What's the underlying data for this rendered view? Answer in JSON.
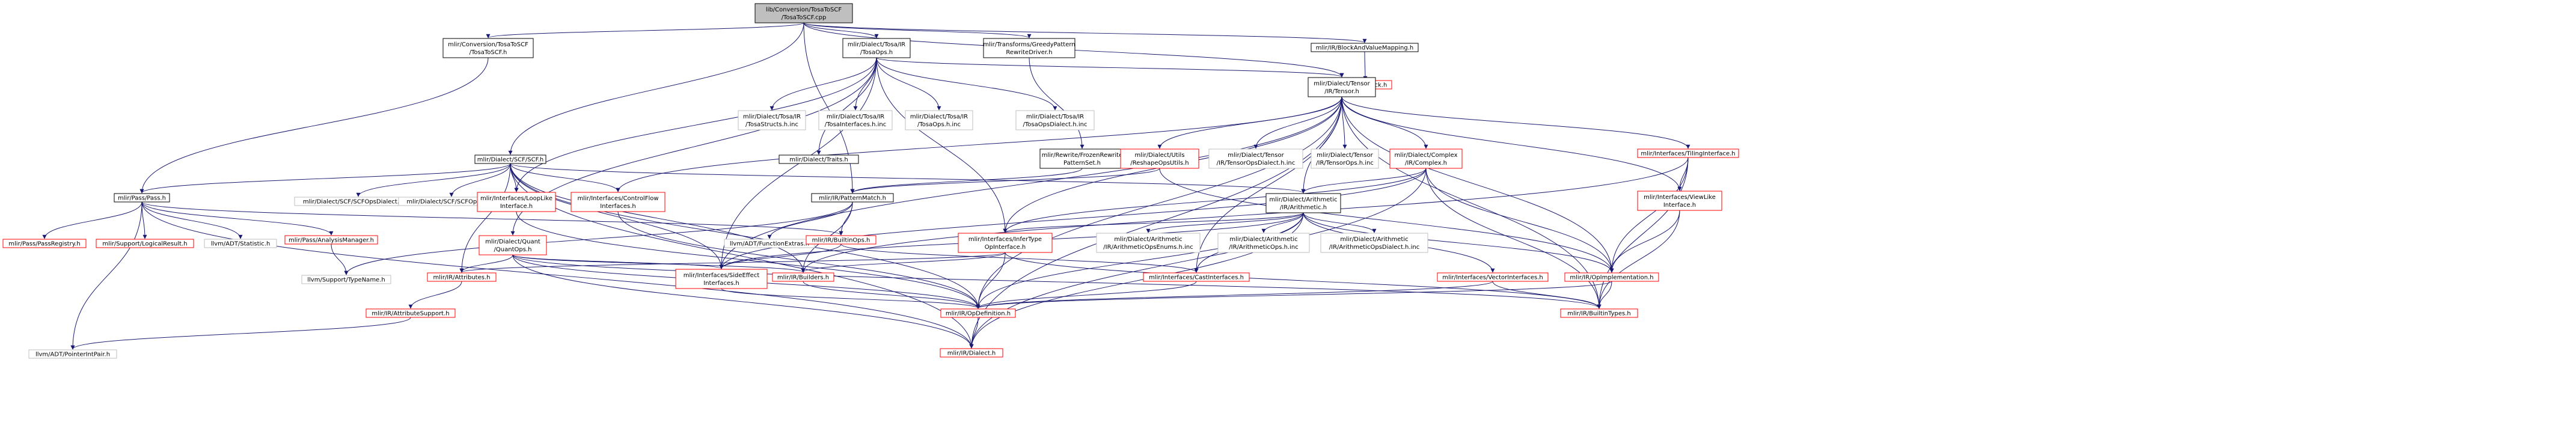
{
  "colors": {
    "root_fill": "#bfbfbf",
    "node_fill": "#ffffff",
    "node_border": "#000000",
    "red_border": "#ff0000",
    "gray_border": "#bfbfbf",
    "edge": "#191970",
    "text": "#000000"
  },
  "diagram": {
    "nodes": [
      {
        "id": "root",
        "lines": [
          "lib/Conversion/TosaToSCF",
          "/TosaToSCF.cpp"
        ],
        "style": "root"
      },
      {
        "id": "tosatoscf_h",
        "lines": [
          "mlir/Conversion/TosaToSCF",
          "/TosaToSCF.h"
        ],
        "style": "normal"
      },
      {
        "id": "scf_h",
        "lines": [
          "mlir/Dialect/SCF/SCF.h"
        ],
        "style": "normal"
      },
      {
        "id": "tosaops_h",
        "lines": [
          "mlir/Dialect/Tosa/IR",
          "/TosaOps.h"
        ],
        "style": "normal"
      },
      {
        "id": "greedy_h",
        "lines": [
          "mlir/Transforms/GreedyPattern",
          "RewriteDriver.h"
        ],
        "style": "normal"
      },
      {
        "id": "blockmap_h",
        "lines": [
          "mlir/IR/BlockAndValueMapping.h"
        ],
        "style": "normal"
      },
      {
        "id": "block_h",
        "lines": [
          "mlir/IR/Block.h"
        ],
        "style": "red"
      },
      {
        "id": "pass_h",
        "lines": [
          "mlir/Pass/Pass.h"
        ],
        "style": "normal"
      },
      {
        "id": "tensor_h",
        "lines": [
          "mlir/Dialect/Tensor",
          "/IR/Tensor.h"
        ],
        "style": "normal"
      },
      {
        "id": "tosastructs_inc",
        "lines": [
          "mlir/Dialect/Tosa/IR",
          "/TosaStructs.h.inc"
        ],
        "style": "gray"
      },
      {
        "id": "tosainterfaces_inc",
        "lines": [
          "mlir/Dialect/Tosa/IR",
          "/TosaInterfaces.h.inc"
        ],
        "style": "gray"
      },
      {
        "id": "tosaops_inc",
        "lines": [
          "mlir/Dialect/Tosa/IR",
          "/TosaOps.h.inc"
        ],
        "style": "gray"
      },
      {
        "id": "tosaopsdialect_inc",
        "lines": [
          "mlir/Dialect/Tosa/IR",
          "/TosaOpsDialect.h.inc"
        ],
        "style": "gray"
      },
      {
        "id": "traits_h",
        "lines": [
          "mlir/Dialect/Traits.h"
        ],
        "style": "normal"
      },
      {
        "id": "frozen_h",
        "lines": [
          "mlir/Rewrite/FrozenRewrite",
          "PatternSet.h"
        ],
        "style": "normal"
      },
      {
        "id": "reshape_h",
        "lines": [
          "mlir/Dialect/Utils",
          "/ReshapeOpsUtils.h"
        ],
        "style": "red"
      },
      {
        "id": "tensordialect_inc",
        "lines": [
          "mlir/Dialect/Tensor",
          "/IR/TensorOpsDialect.h.inc"
        ],
        "style": "gray"
      },
      {
        "id": "tensorops_inc",
        "lines": [
          "mlir/Dialect/Tensor",
          "/IR/TensorOps.h.inc"
        ],
        "style": "gray"
      },
      {
        "id": "complex_h",
        "lines": [
          "mlir/Dialect/Complex",
          "/IR/Complex.h"
        ],
        "style": "red"
      },
      {
        "id": "tiling_h",
        "lines": [
          "mlir/Interfaces/TilingInterface.h"
        ],
        "style": "red"
      },
      {
        "id": "viewlike_h",
        "lines": [
          "mlir/Interfaces/ViewLike",
          "Interface.h"
        ],
        "style": "red"
      },
      {
        "id": "scfopsdialect_inc",
        "lines": [
          "mlir/Dialect/SCF/SCFOpsDialect.h.inc"
        ],
        "style": "gray"
      },
      {
        "id": "scfops_inc",
        "lines": [
          "mlir/Dialect/SCF/SCFOps.h.inc"
        ],
        "style": "gray"
      },
      {
        "id": "looplike_h",
        "lines": [
          "mlir/Interfaces/LoopLike",
          "Interface.h"
        ],
        "style": "red"
      },
      {
        "id": "controlflow_h",
        "lines": [
          "mlir/Interfaces/ControlFlow",
          "Interfaces.h"
        ],
        "style": "red"
      },
      {
        "id": "patternmatch_h",
        "lines": [
          "mlir/IR/PatternMatch.h"
        ],
        "style": "normal"
      },
      {
        "id": "arith_h",
        "lines": [
          "mlir/Dialect/Arithmetic",
          "/IR/Arithmetic.h"
        ],
        "style": "normal"
      },
      {
        "id": "passregistry_h",
        "lines": [
          "mlir/Pass/PassRegistry.h"
        ],
        "style": "red"
      },
      {
        "id": "logicalresult_h",
        "lines": [
          "mlir/Support/LogicalResult.h"
        ],
        "style": "red"
      },
      {
        "id": "statistic_h",
        "lines": [
          "llvm/ADT/Statistic.h"
        ],
        "style": "gray"
      },
      {
        "id": "analysis_h",
        "lines": [
          "mlir/Pass/AnalysisManager.h"
        ],
        "style": "red"
      },
      {
        "id": "quantops_h",
        "lines": [
          "mlir/Dialect/Quant",
          "/QuantOps.h"
        ],
        "style": "red"
      },
      {
        "id": "funcextras_h",
        "lines": [
          "llvm/ADT/FunctionExtras.h"
        ],
        "style": "gray"
      },
      {
        "id": "builtinops_h",
        "lines": [
          "mlir/IR/BuiltinOps.h"
        ],
        "style": "red"
      },
      {
        "id": "infertype_h",
        "lines": [
          "mlir/Interfaces/InferType",
          "OpInterface.h"
        ],
        "style": "red"
      },
      {
        "id": "arithenums_inc",
        "lines": [
          "mlir/Dialect/Arithmetic",
          "/IR/ArithmeticOpsEnums.h.inc"
        ],
        "style": "gray"
      },
      {
        "id": "arithops_inc",
        "lines": [
          "mlir/Dialect/Arithmetic",
          "/IR/ArithmeticOps.h.inc"
        ],
        "style": "gray"
      },
      {
        "id": "arithdialect_inc",
        "lines": [
          "mlir/Dialect/Arithmetic",
          "/IR/ArithmeticOpsDialect.h.inc"
        ],
        "style": "gray"
      },
      {
        "id": "typename_h",
        "lines": [
          "llvm/Support/TypeName.h"
        ],
        "style": "gray"
      },
      {
        "id": "attributes_h",
        "lines": [
          "mlir/IR/Attributes.h"
        ],
        "style": "red"
      },
      {
        "id": "sideeffect_h",
        "lines": [
          "mlir/Interfaces/SideEffect",
          "Interfaces.h"
        ],
        "style": "red"
      },
      {
        "id": "builders_h",
        "lines": [
          "mlir/IR/Builders.h"
        ],
        "style": "red"
      },
      {
        "id": "cast_h",
        "lines": [
          "mlir/Interfaces/CastInterfaces.h"
        ],
        "style": "red"
      },
      {
        "id": "vector_h",
        "lines": [
          "mlir/Interfaces/VectorInterfaces.h"
        ],
        "style": "red"
      },
      {
        "id": "opimpl_h",
        "lines": [
          "mlir/IR/OpImplementation.h"
        ],
        "style": "red"
      },
      {
        "id": "attrsupport_h",
        "lines": [
          "mlir/IR/AttributeSupport.h"
        ],
        "style": "red"
      },
      {
        "id": "opdef_h",
        "lines": [
          "mlir/IR/OpDefinition.h"
        ],
        "style": "red"
      },
      {
        "id": "builtintypes_h",
        "lines": [
          "mlir/IR/BuiltinTypes.h"
        ],
        "style": "red"
      },
      {
        "id": "pointerintpair_h",
        "lines": [
          "llvm/ADT/PointerIntPair.h"
        ],
        "style": "gray"
      },
      {
        "id": "dialect_h",
        "lines": [
          "mlir/IR/Dialect.h"
        ],
        "style": "red"
      }
    ]
  }
}
